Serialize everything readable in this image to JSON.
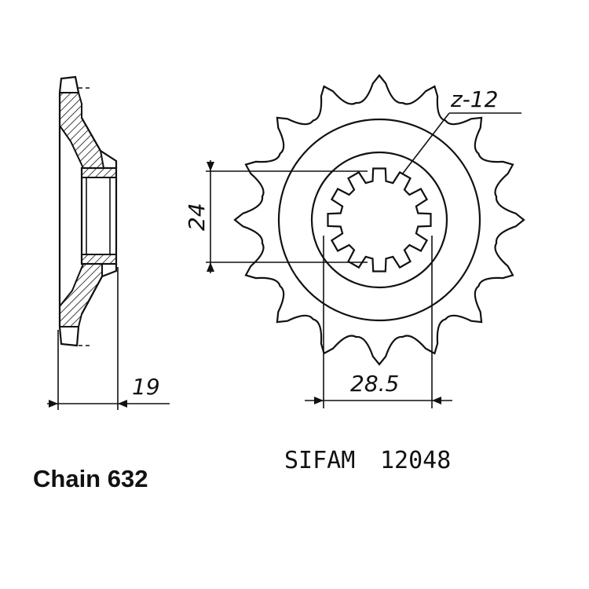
{
  "side_view": {
    "width_label": "19"
  },
  "front_view": {
    "teeth_label": "z-12",
    "inner_dim_label": "24",
    "outer_dim_label": "28.5",
    "outer_tooth_count": 16,
    "spline_count": 12
  },
  "captions": {
    "brand": "SIFAM",
    "part_number": "12048",
    "chain": "Chain 632"
  }
}
